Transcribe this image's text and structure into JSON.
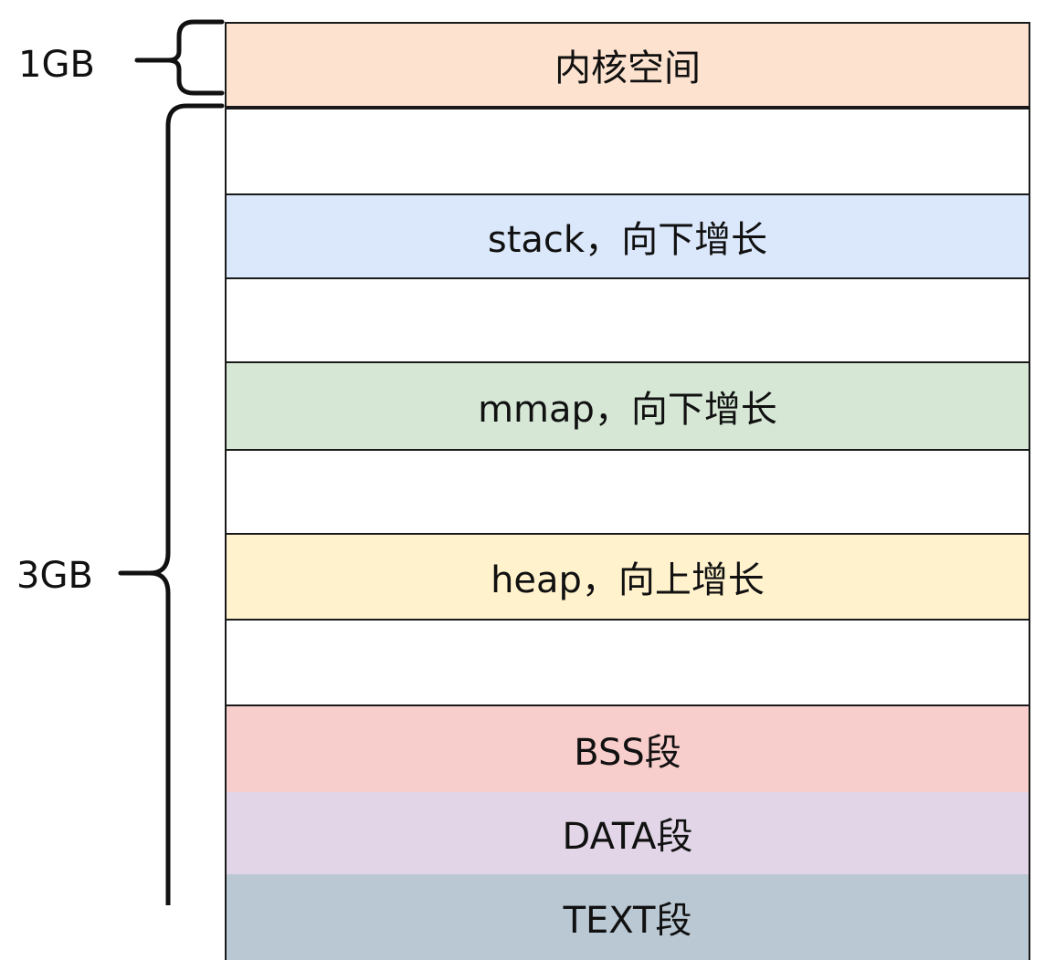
{
  "size_labels": {
    "kernel": "1GB",
    "user": "3GB"
  },
  "segments": [
    {
      "name": "kernel-space",
      "label": "内核空间",
      "color": "#fde3cf"
    },
    {
      "name": "gap-1",
      "label": "",
      "color": "#ffffff"
    },
    {
      "name": "stack",
      "label": "stack，向下增长",
      "color": "#dbe8fb"
    },
    {
      "name": "gap-2",
      "label": "",
      "color": "#ffffff"
    },
    {
      "name": "mmap",
      "label": "mmap，向下增长",
      "color": "#d6e8d5"
    },
    {
      "name": "gap-3",
      "label": "",
      "color": "#ffffff"
    },
    {
      "name": "heap",
      "label": "heap，向上增长",
      "color": "#fff2cc"
    },
    {
      "name": "gap-4",
      "label": "",
      "color": "#ffffff"
    },
    {
      "name": "bss",
      "label": "BSS段",
      "color": "#f8cecc"
    },
    {
      "name": "data",
      "label": "DATA段",
      "color": "#e1d5e7"
    },
    {
      "name": "text",
      "label": "TEXT段",
      "color": "#bac8d3"
    }
  ]
}
